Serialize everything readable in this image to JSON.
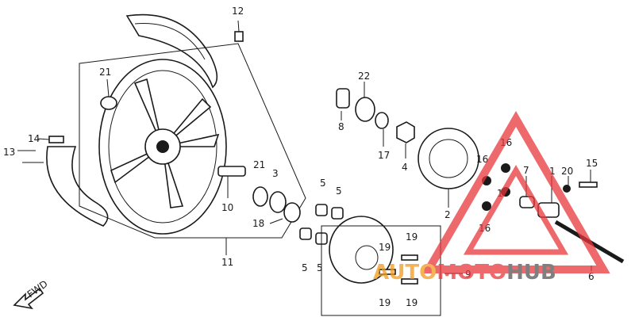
{
  "diagram": {
    "callouts": [
      "1",
      "2",
      "3",
      "4",
      "5",
      "5",
      "5",
      "5",
      "6",
      "7",
      "8",
      "9",
      "10",
      "11",
      "12",
      "13",
      "14",
      "15",
      "16",
      "16",
      "16",
      "16",
      "17",
      "18",
      "19",
      "19",
      "19",
      "19",
      "20",
      "21",
      "21",
      "22"
    ],
    "fwd_label": "FWD",
    "colors": {
      "ink": "#1a1a1a",
      "watermark_red": "#e8373c",
      "watermark_orange": "#f29a1d",
      "watermark_gray": "#555555"
    }
  },
  "watermark": {
    "part1": "AUTO",
    "part2": "MOTO",
    "part3": "HUB"
  }
}
